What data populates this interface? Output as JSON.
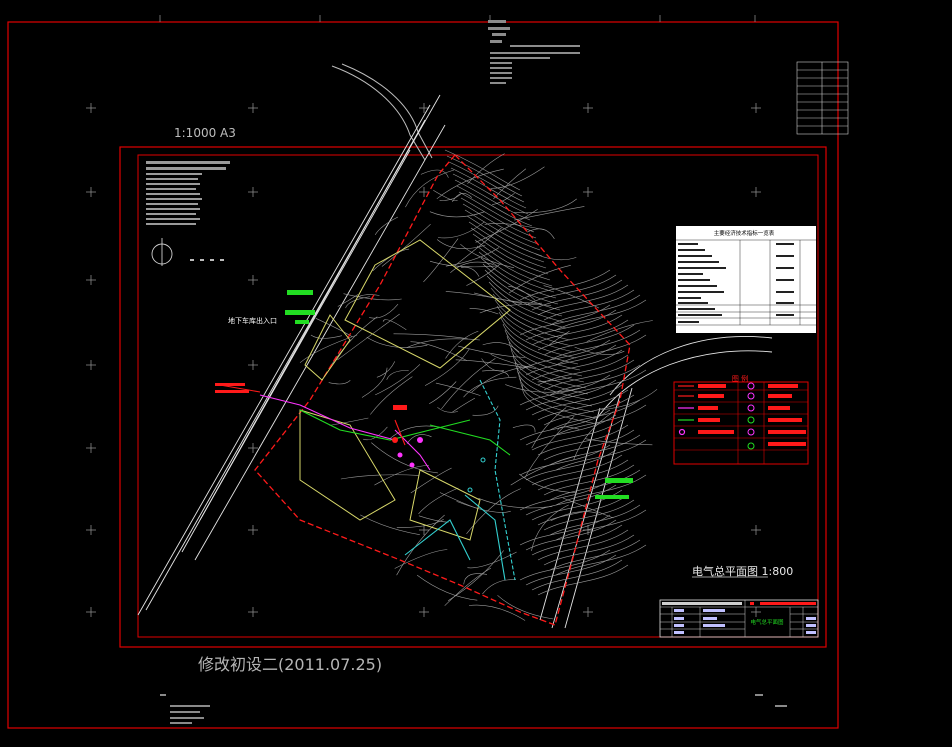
{
  "drawing": {
    "scale_note": "1:1000 A3",
    "revision_note": "修改初设二(2011.07.25)",
    "plan_title": "电气总平面图 1:800",
    "road_label": "地下车库出入口"
  },
  "legend": {
    "title": "图 例"
  },
  "table": {
    "title": "主要经济技术指标一览表"
  },
  "title_block": {
    "sheet_name": "电气总平面图"
  },
  "colors": {
    "frame": "#e00000",
    "contour": "#9a9a9a",
    "site_boundary": "#ff1a1a",
    "zone": "#d8d86a",
    "cable_cyan": "#33d0d0",
    "cable_green": "#22dd22",
    "cable_magenta": "#ff33ff",
    "road": "#e6e6e6"
  }
}
